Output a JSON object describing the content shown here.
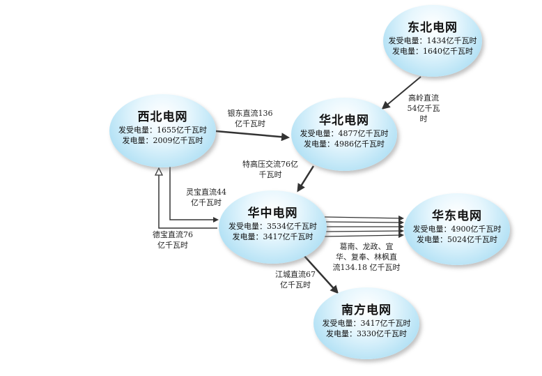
{
  "nodes": {
    "dongbei": {
      "name": "东北电网",
      "receive": "发受电量：1434亿千瓦时",
      "send": "发电量：1640亿千瓦时"
    },
    "huabei": {
      "name": "华北电网",
      "receive": "发受电量：4877亿千瓦时",
      "send": "发电量：4986亿千瓦时"
    },
    "xibei": {
      "name": "西北电网",
      "receive": "发受电量：1655亿千瓦时",
      "send": "发电量：2009亿千瓦时"
    },
    "huazhong": {
      "name": "华中电网",
      "receive": "发受电量：3534亿千瓦时",
      "send": "发电量：3417亿千瓦时"
    },
    "huadong": {
      "name": "华东电网",
      "receive": "发受电量：4900亿千瓦时",
      "send": "发电量：5024亿千瓦时"
    },
    "nanfang": {
      "name": "南方电网",
      "receive": "发受电量：3417亿千瓦时",
      "send": "发电量：3330亿千瓦时"
    }
  },
  "links": {
    "gaoling": {
      "line1": "高岭直流",
      "line2": "54亿千瓦",
      "line3": "时"
    },
    "yindong": {
      "line1": "银东直流136",
      "line2": "亿千瓦时"
    },
    "tegaoya": {
      "line1": "特高压交流76亿",
      "line2": "千瓦时"
    },
    "lingbao": {
      "line1": "灵宝直流44",
      "line2": "亿千瓦时"
    },
    "debao": {
      "line1": "德宝直流76",
      "line2": "亿千瓦时"
    },
    "gezhou": {
      "line1": "葛南、龙政、宜",
      "line2": "华、复奉、林枫直",
      "line3": "流134.18 亿千瓦时"
    },
    "jiangcheng": {
      "line1": "江城直流67",
      "line2": "亿千瓦时"
    }
  }
}
